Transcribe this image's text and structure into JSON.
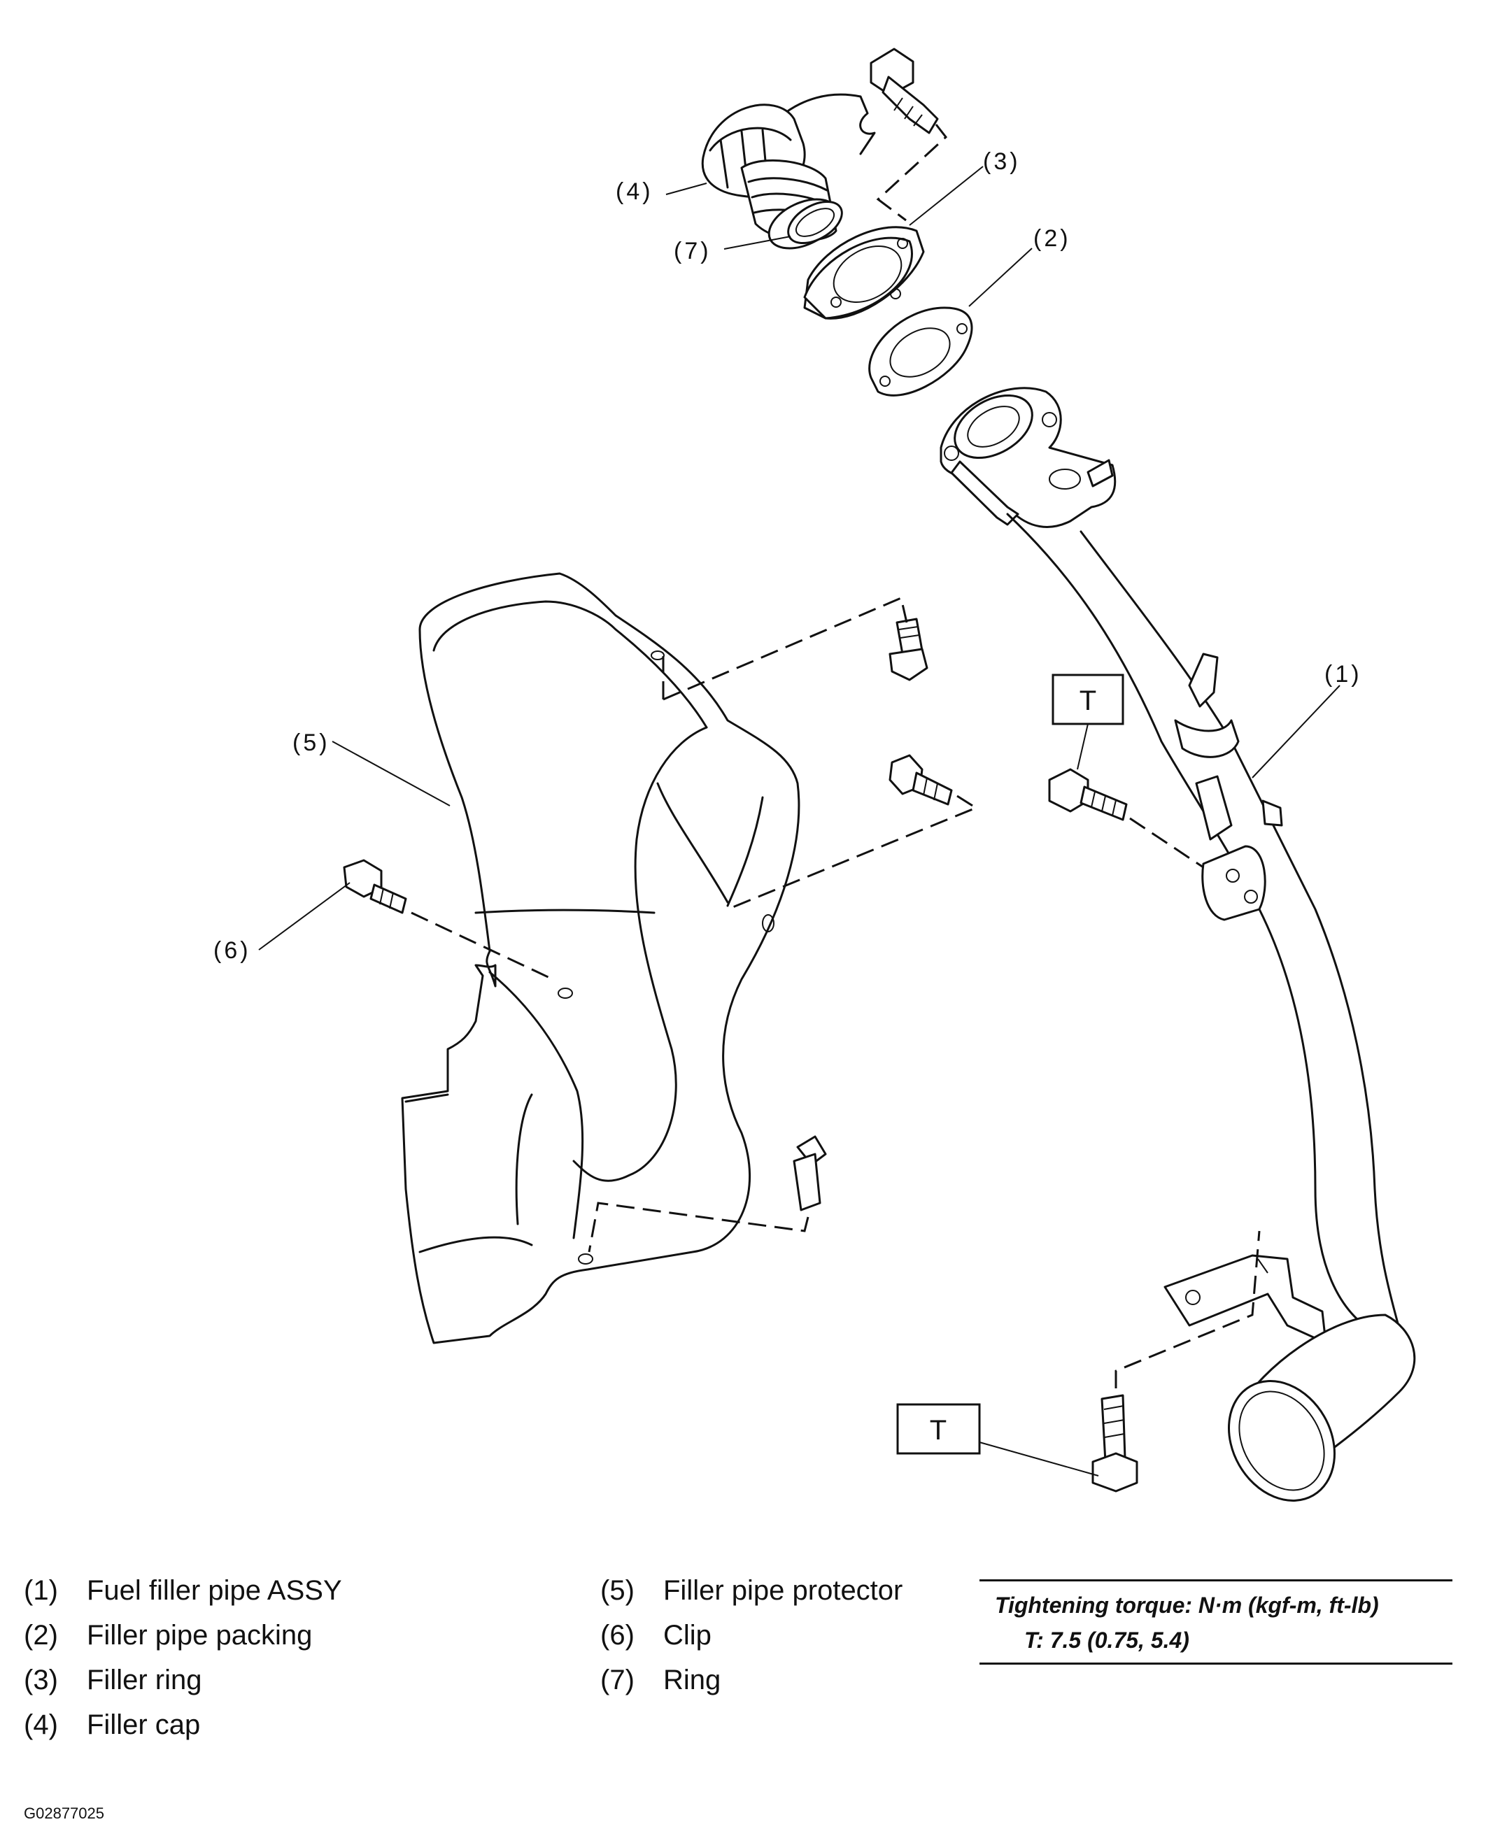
{
  "callouts": {
    "c1": "(1)",
    "c2": "(2)",
    "c3": "(3)",
    "c4": "(4)",
    "c5": "(5)",
    "c6": "(6)",
    "c7": "(7)",
    "torque_mark": "T"
  },
  "legend": {
    "left": [
      {
        "num": "(1)",
        "label": "Fuel filler pipe ASSY"
      },
      {
        "num": "(2)",
        "label": "Filler pipe packing"
      },
      {
        "num": "(3)",
        "label": "Filler ring"
      },
      {
        "num": "(4)",
        "label": "Filler cap"
      }
    ],
    "middle": [
      {
        "num": "(5)",
        "label": "Filler pipe protector"
      },
      {
        "num": "(6)",
        "label": "Clip"
      },
      {
        "num": "(7)",
        "label": "Ring"
      }
    ]
  },
  "torque": {
    "title": "Tightening torque: N·m (kgf-m, ft-lb)",
    "value": "T:   7.5 (0.75, 5.4)"
  },
  "figure_code": "G02877025"
}
